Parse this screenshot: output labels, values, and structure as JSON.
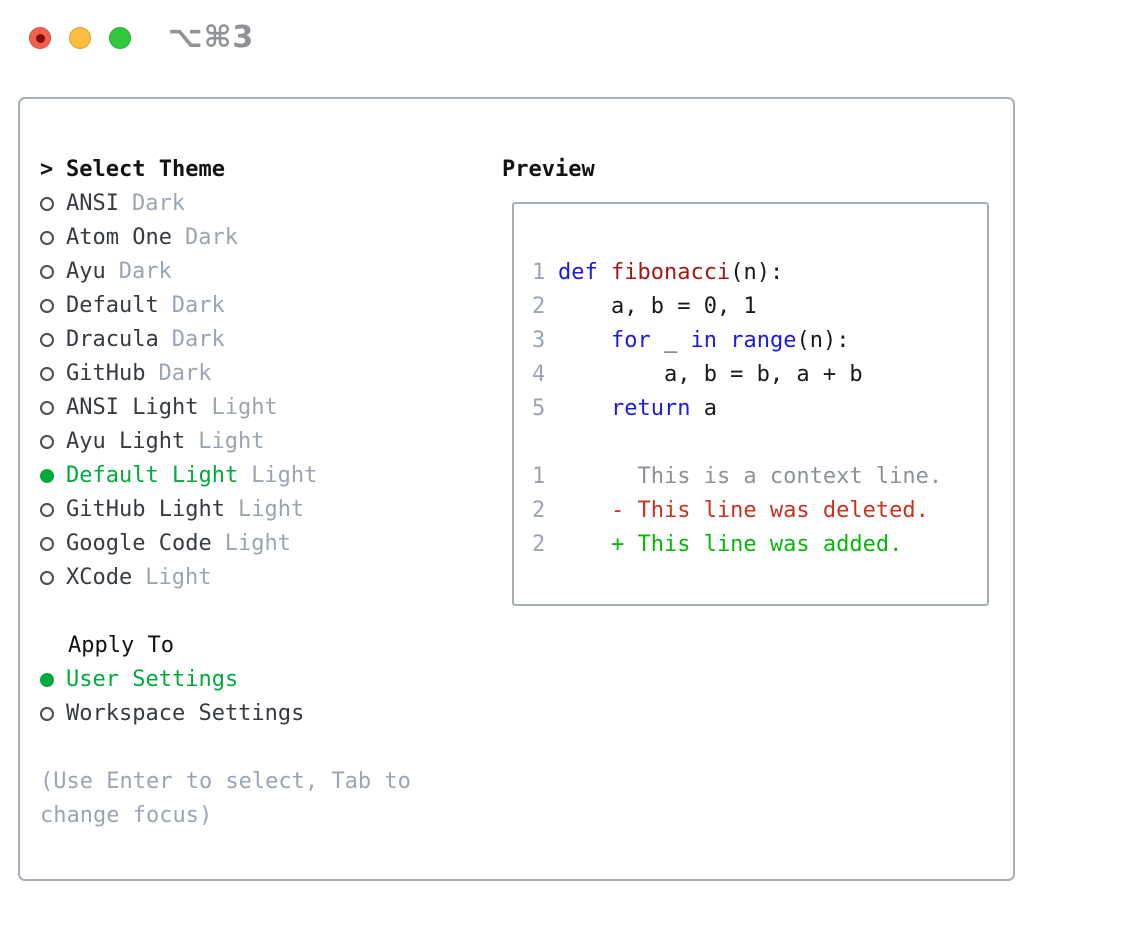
{
  "window": {
    "shortcut": "⌥⌘3"
  },
  "theme_selector": {
    "cursor": ">",
    "title": "Select Theme",
    "items": [
      {
        "name": "ANSI",
        "variant": "Dark",
        "selected": false
      },
      {
        "name": "Atom One",
        "variant": "Dark",
        "selected": false
      },
      {
        "name": "Ayu",
        "variant": "Dark",
        "selected": false
      },
      {
        "name": "Default",
        "variant": "Dark",
        "selected": false
      },
      {
        "name": "Dracula",
        "variant": "Dark",
        "selected": false
      },
      {
        "name": "GitHub",
        "variant": "Dark",
        "selected": false
      },
      {
        "name": "ANSI Light",
        "variant": "Light",
        "selected": false
      },
      {
        "name": "Ayu Light",
        "variant": "Light",
        "selected": false
      },
      {
        "name": "Default Light",
        "variant": "Light",
        "selected": true
      },
      {
        "name": "GitHub Light",
        "variant": "Light",
        "selected": false
      },
      {
        "name": "Google Code",
        "variant": "Light",
        "selected": false
      },
      {
        "name": "XCode",
        "variant": "Light",
        "selected": false
      }
    ]
  },
  "apply_to": {
    "title": "Apply To",
    "options": [
      {
        "label": "User Settings",
        "selected": true
      },
      {
        "label": "Workspace Settings",
        "selected": false
      }
    ]
  },
  "help_text": "(Use Enter to select, Tab to change focus)",
  "preview": {
    "title": "Preview",
    "code_lines": [
      {
        "number": "1",
        "tokens": [
          {
            "t": "def",
            "c": "keyword"
          },
          {
            "t": " ",
            "c": "plain"
          },
          {
            "t": "fibonacci",
            "c": "function"
          },
          {
            "t": "(n):",
            "c": "plain"
          }
        ]
      },
      {
        "number": "2",
        "tokens": [
          {
            "t": "    a, b = 0, 1",
            "c": "plain"
          }
        ]
      },
      {
        "number": "3",
        "tokens": [
          {
            "t": "    ",
            "c": "plain"
          },
          {
            "t": "for",
            "c": "keyword"
          },
          {
            "t": " _ ",
            "c": "plain"
          },
          {
            "t": "in",
            "c": "keyword"
          },
          {
            "t": " ",
            "c": "plain"
          },
          {
            "t": "range",
            "c": "keyword"
          },
          {
            "t": "(n):",
            "c": "plain"
          }
        ]
      },
      {
        "number": "4",
        "tokens": [
          {
            "t": "        a, b = b, a + b",
            "c": "plain"
          }
        ]
      },
      {
        "number": "5",
        "tokens": [
          {
            "t": "    ",
            "c": "plain"
          },
          {
            "t": "return",
            "c": "keyword"
          },
          {
            "t": " a",
            "c": "plain"
          }
        ]
      }
    ],
    "diff_lines": [
      {
        "number": "1",
        "kind": "context",
        "text": "      This is a context line."
      },
      {
        "number": "2",
        "kind": "deleted",
        "text": "    - This line was deleted."
      },
      {
        "number": "2",
        "kind": "added",
        "text": "    + This line was added."
      }
    ]
  },
  "colors": {
    "accent_green": "#00ab3c",
    "heading": "#101214",
    "text_dark": "#363b42",
    "muted": "#9aa5b1",
    "border": "#a6aeb8",
    "keyword": "#1a1ae6",
    "function_name": "#a31815",
    "code_plain": "#17191c",
    "diff_context": "#8c929a",
    "diff_deleted": "#c83220",
    "diff_added": "#0ab60a",
    "traffic_red": "#f55f51",
    "traffic_yellow": "#fbbd3e",
    "traffic_green": "#31c83e",
    "traffic_dot": "#7c120b",
    "shortcut_gray": "#8f9296"
  }
}
